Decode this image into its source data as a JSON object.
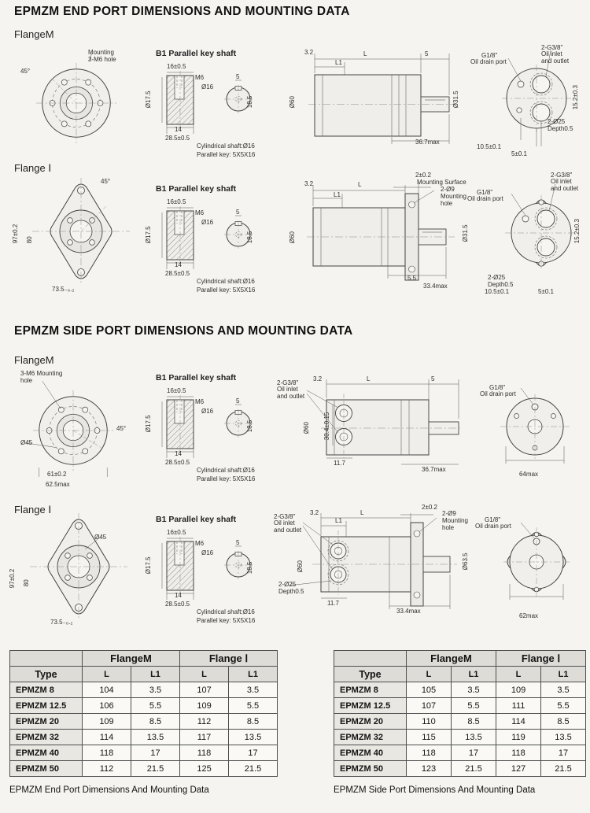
{
  "titles": {
    "end": "EPMZM END PORT DIMENSIONS AND MOUNTING DATA",
    "side": "EPMZM SIDE PORT DIMENSIONS AND MOUNTING DATA"
  },
  "captions": {
    "end": "EPMZM End Port Dimensions And Mounting Data",
    "side": "EPMZM Side Port Dimensions And Mounting Data"
  },
  "flange_labels": {
    "m": "FlangeM",
    "i": "Flange Ⅰ"
  },
  "shaft": {
    "title": "B1 Parallel key shaft",
    "len": "16±0.5",
    "thread": "M6",
    "dia": "Ø16",
    "key_w": "5",
    "dia_hub": "Ø17.5",
    "key_len": "14",
    "total_len": "28.5±0.5",
    "key_h": "18.5",
    "note1": "Cylindrical shaft:Ø16",
    "note2": "Parallel key: 5X5X16"
  },
  "ports": {
    "label": "2-G3/8\"",
    "note": "Oil inlet\nand outlet"
  },
  "drain": {
    "label": "G1/8\"",
    "note": "Oil drain port"
  },
  "dims": {
    "rough": "3.2",
    "L": "L",
    "L1": "L1",
    "d5": "5",
    "d55": "5.5",
    "body_dia": "Ø60",
    "shaft_dia": "Ø31.5",
    "max367": "36.7max",
    "max334": "33.4max",
    "port_h": "15.2±0.3",
    "off_a": "10.5±0.1",
    "off_b": "5±0.1",
    "recess": "2-Ø25\nDepth0.5",
    "mount_gap": "2±0.2",
    "mount_surface": "Mounting Surface",
    "mount_holes": "2-Ø9\nMounting\nhole",
    "port_span": "30.4±0.15",
    "port_off": "11.7",
    "pilot_dia": "Ø63.5",
    "bolt_span": "61±0.2",
    "od_max": "62.5max",
    "drain_max_m": "64max",
    "drain_max_i": "62max",
    "flange_h": "97±0.2",
    "flange_h2": "80",
    "flange_w": "73.5₋₀.₂",
    "dia45": "Ø45",
    "angle": "45°",
    "mount_note_end": "Mounting\n3-M6 hole",
    "mount_note_side": "3-M6 Mounting\nhole"
  },
  "tables": {
    "end": {
      "groups": [
        "FlangeM",
        "Flange Ⅰ"
      ],
      "cols": [
        "Type",
        "L",
        "L1",
        "L",
        "L1"
      ],
      "rows": [
        [
          "EPMZM 8",
          "104",
          "3.5",
          "107",
          "3.5"
        ],
        [
          "EPMZM 12.5",
          "106",
          "5.5",
          "109",
          "5.5"
        ],
        [
          "EPMZM 20",
          "109",
          "8.5",
          "112",
          "8.5"
        ],
        [
          "EPMZM 32",
          "114",
          "13.5",
          "117",
          "13.5"
        ],
        [
          "EPMZM 40",
          "118",
          "17",
          "118",
          "17"
        ],
        [
          "EPMZM 50",
          "112",
          "21.5",
          "125",
          "21.5"
        ]
      ]
    },
    "side": {
      "groups": [
        "FlangeM",
        "Flange Ⅰ"
      ],
      "cols": [
        "Type",
        "L",
        "L1",
        "L",
        "L1"
      ],
      "rows": [
        [
          "EPMZM 8",
          "105",
          "3.5",
          "109",
          "3.5"
        ],
        [
          "EPMZM 12.5",
          "107",
          "5.5",
          "111",
          "5.5"
        ],
        [
          "EPMZM 20",
          "110",
          "8.5",
          "114",
          "8.5"
        ],
        [
          "EPMZM 32",
          "115",
          "13.5",
          "119",
          "13.5"
        ],
        [
          "EPMZM 40",
          "118",
          "17",
          "118",
          "17"
        ],
        [
          "EPMZM 50",
          "123",
          "21.5",
          "127",
          "21.5"
        ]
      ]
    }
  }
}
